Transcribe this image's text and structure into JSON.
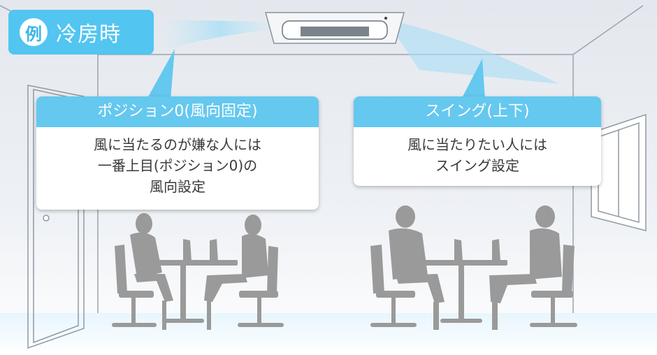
{
  "example_tag": {
    "badge": "例",
    "label": "冷房時"
  },
  "callouts": [
    {
      "header": "ポジション0(風向固定)",
      "lines": [
        "風に当たるのが嫌な人には",
        "一番上目(ポジション0)の",
        "風向設定"
      ]
    },
    {
      "header": "スイング(上下)",
      "lines": [
        "風に当たりたい人には",
        "スイング設定"
      ]
    }
  ],
  "colors": {
    "accent": "#52c5f0",
    "callout_header": "#65c8ef",
    "silhouette": "#9a9a9a"
  }
}
